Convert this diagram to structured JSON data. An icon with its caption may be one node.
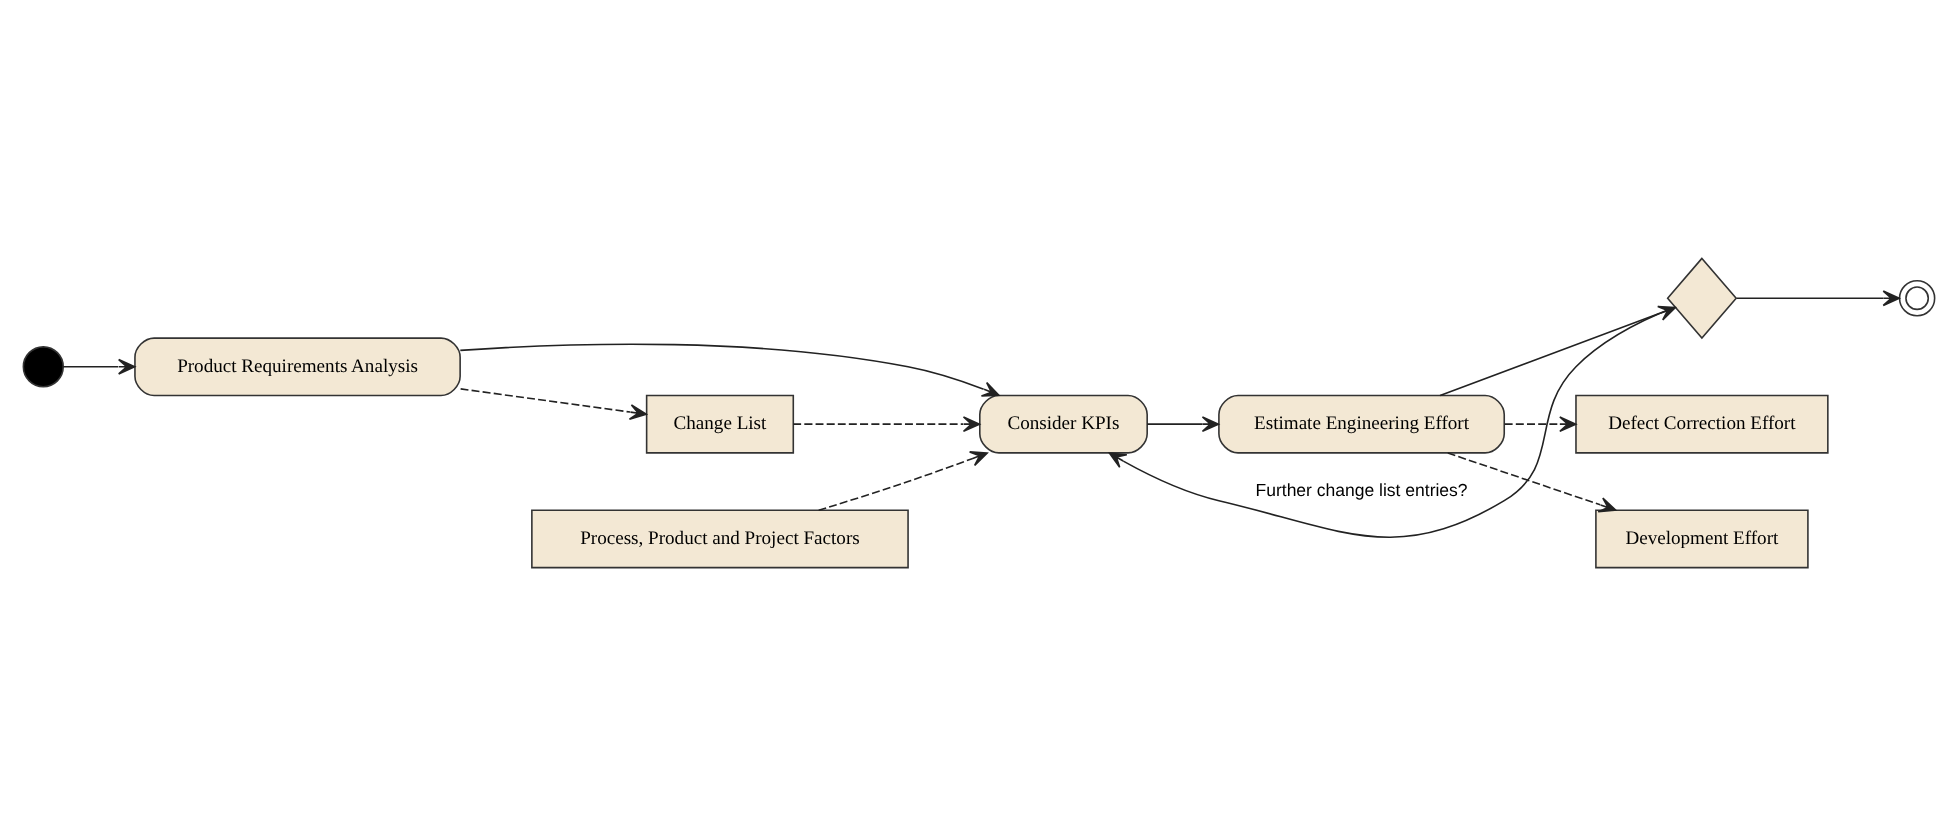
{
  "diagram": {
    "nodes": [
      {
        "text": [],
        "shape": "circle"
      },
      {
        "text": [
          "Product Requirements Analysis"
        ]
      },
      {
        "text": [
          "Process, Product and Project Factors"
        ]
      },
      {
        "text": [
          "Consider KPIs"
        ]
      },
      {
        "text": [
          "Change List"
        ]
      },
      {
        "text": [
          "Estimate Engineering Effort"
        ]
      },
      {
        "text": [],
        "shape": "diamond"
      },
      {
        "text": [],
        "shape": "circle"
      },
      {
        "text": [
          "Defect Correction Effort"
        ]
      },
      {
        "text": [
          "Development Effort"
        ]
      }
    ],
    "edges": [
      {
        "from": 0,
        "to": 1,
        "arrow": "to"
      },
      {
        "from": 1,
        "to": 3,
        "arrow": "to"
      },
      {
        "from": 2,
        "to": 3,
        "arrow": "to",
        "style": "dashed"
      },
      {
        "from": 1,
        "to": 4,
        "arrow": "to",
        "style": "dashed"
      },
      {
        "from": 4,
        "to": 3,
        "arrow": "to",
        "style": "dashed"
      },
      {
        "from": 3,
        "to": 5,
        "arrow": "to"
      },
      {
        "from": 5,
        "to": 8,
        "arrow": "to",
        "style": "dashed"
      },
      {
        "from": 5,
        "to": 9,
        "arrow": "to",
        "style": "dashed"
      },
      {
        "from": 5,
        "to": 6,
        "arrow": "to"
      },
      {
        "from": 6,
        "to": 3,
        "arrow": "to",
        "label": "Further change list entries?"
      },
      {
        "from": 6,
        "to": 7,
        "arrow": "to"
      }
    ]
  }
}
